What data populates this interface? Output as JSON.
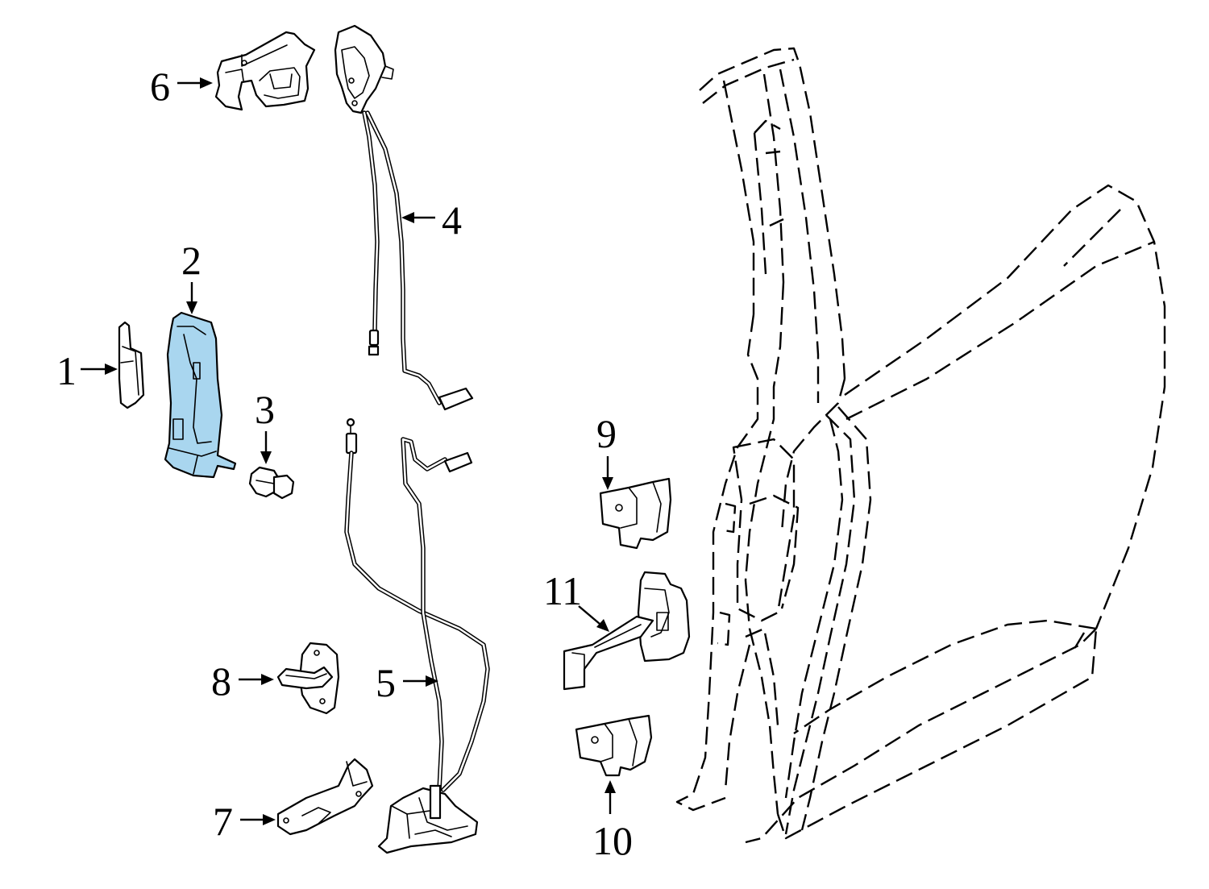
{
  "diagram": {
    "highlight_color": "#a9d6ef",
    "line_color": "#000000",
    "callouts": {
      "c1": "1",
      "c2": "2",
      "c3": "3",
      "c4": "4",
      "c5": "5",
      "c6": "6",
      "c7": "7",
      "c8": "8",
      "c9": "9",
      "c10": "10",
      "c11": "11"
    }
  }
}
